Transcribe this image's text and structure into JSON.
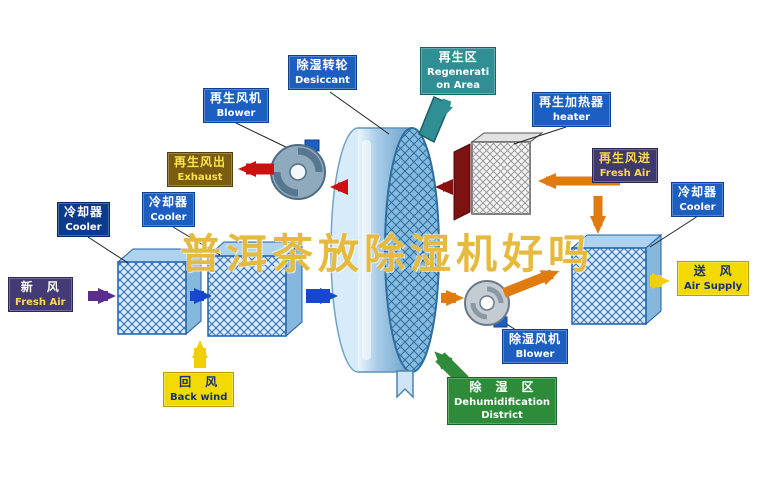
{
  "watermark": {
    "text": "普洱茶放除湿机好吗",
    "color": "#e6b93f"
  },
  "labels": {
    "desiccant": {
      "zh": "除湿转轮",
      "en": "Desiccant"
    },
    "regen_area": {
      "zh": "再生区",
      "en": "Regenerati",
      "en2": "on Area"
    },
    "regen_blower": {
      "zh": "再生风机",
      "en": "Blower"
    },
    "regen_heater": {
      "zh": "再生加热器",
      "en": "heater"
    },
    "regen_out": {
      "zh": "再生风出",
      "en": "Exhaust"
    },
    "regen_in": {
      "zh": "再生风进",
      "en": "Fresh Air"
    },
    "cooler_left_outer": {
      "zh": "冷却器",
      "en": "Cooler"
    },
    "cooler_left_inner": {
      "zh": "冷却器",
      "en": "Cooler"
    },
    "cooler_right": {
      "zh": "冷却器",
      "en": "Cooler"
    },
    "fresh_air": {
      "zh": "新　风",
      "en": "Fresh Air"
    },
    "air_supply": {
      "zh": "送　风",
      "en": "Air Supply"
    },
    "back_wind": {
      "zh": "回　风",
      "en": "Back wind"
    },
    "dehum_blower": {
      "zh": "除湿风机",
      "en": "Blower"
    },
    "dehum_district": {
      "zh": "除　湿　区",
      "en": "Dehumidification",
      "en2": "District"
    }
  },
  "colors": {
    "arrow_blue": "#1746d0",
    "arrow_purple": "#5b2d8f",
    "arrow_yellow": "#f0d000",
    "arrow_orange": "#e07b10",
    "arrow_red": "#cc1111",
    "arrow_darkred": "#8a1010",
    "arrow_teal": "#2f8f94",
    "arrow_green": "#2e8b3a",
    "wheel_blue": "#86bade",
    "label_blue": "#1d5fc0",
    "label_teal": "#2f8f94",
    "label_green": "#2e8b3a",
    "label_yellow": "#f2d900",
    "label_purple": "#443a75",
    "label_brown": "#7a5c10",
    "label_navy": "#0d3b8c",
    "watermark_gold": "#e6b93f"
  }
}
